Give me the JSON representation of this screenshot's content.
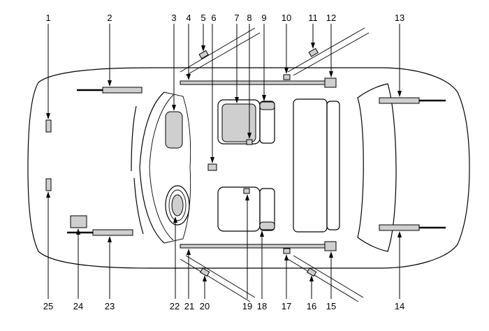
{
  "diagram": {
    "callouts": {
      "top": [
        "1",
        "2",
        "3",
        "4",
        "5",
        "6",
        "7",
        "8",
        "9",
        "10",
        "11",
        "12",
        "13"
      ],
      "bottom": [
        "25",
        "24",
        "23",
        "22",
        "21",
        "20",
        "19",
        "18",
        "17",
        "16",
        "15",
        "14"
      ]
    }
  }
}
